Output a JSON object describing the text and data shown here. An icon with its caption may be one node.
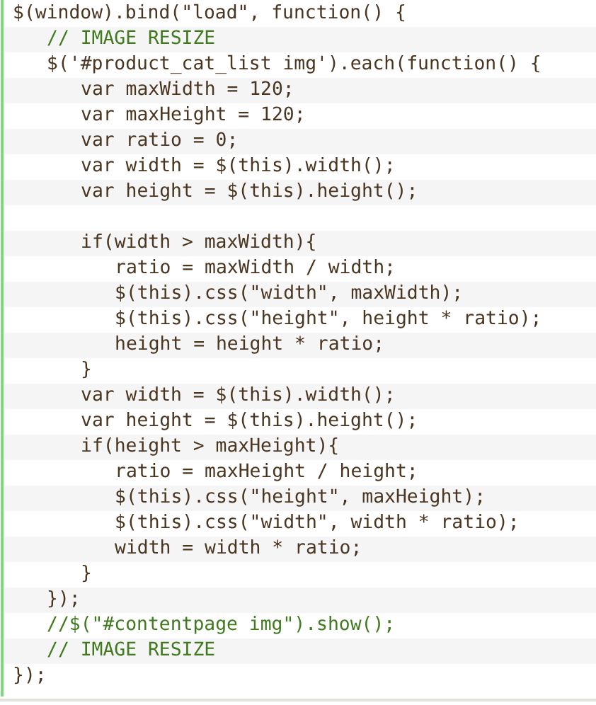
{
  "diagram": {
    "labels": [
      "$(window).bind(\"load\", function() {",
      "// IMAGE RESIZE",
      "$('#product_cat_list img').each(function() {",
      "var maxWidth = 120;",
      "var maxHeight = 120;",
      "var ratio = 0;",
      "var width = $(this).width();",
      "var height = $(this).height();",
      "if(width > maxWidth){",
      "ratio = maxWidth / width;",
      "$(this).css(\"width\", maxWidth);",
      "$(this).css(\"height\", height * ratio);",
      "height = height * ratio;",
      "}",
      "var width = $(this).width();",
      "var height = $(this).height();",
      "if(height > maxHeight){",
      "ratio = maxHeight / height;",
      "$(this).css(\"height\", maxHeight);",
      "$(this).css(\"width\", width * ratio);",
      "width = width * ratio;",
      "}",
      "});",
      "//$(\"#contentpage img\").show();",
      "// IMAGE RESIZE",
      "});"
    ]
  }
}
